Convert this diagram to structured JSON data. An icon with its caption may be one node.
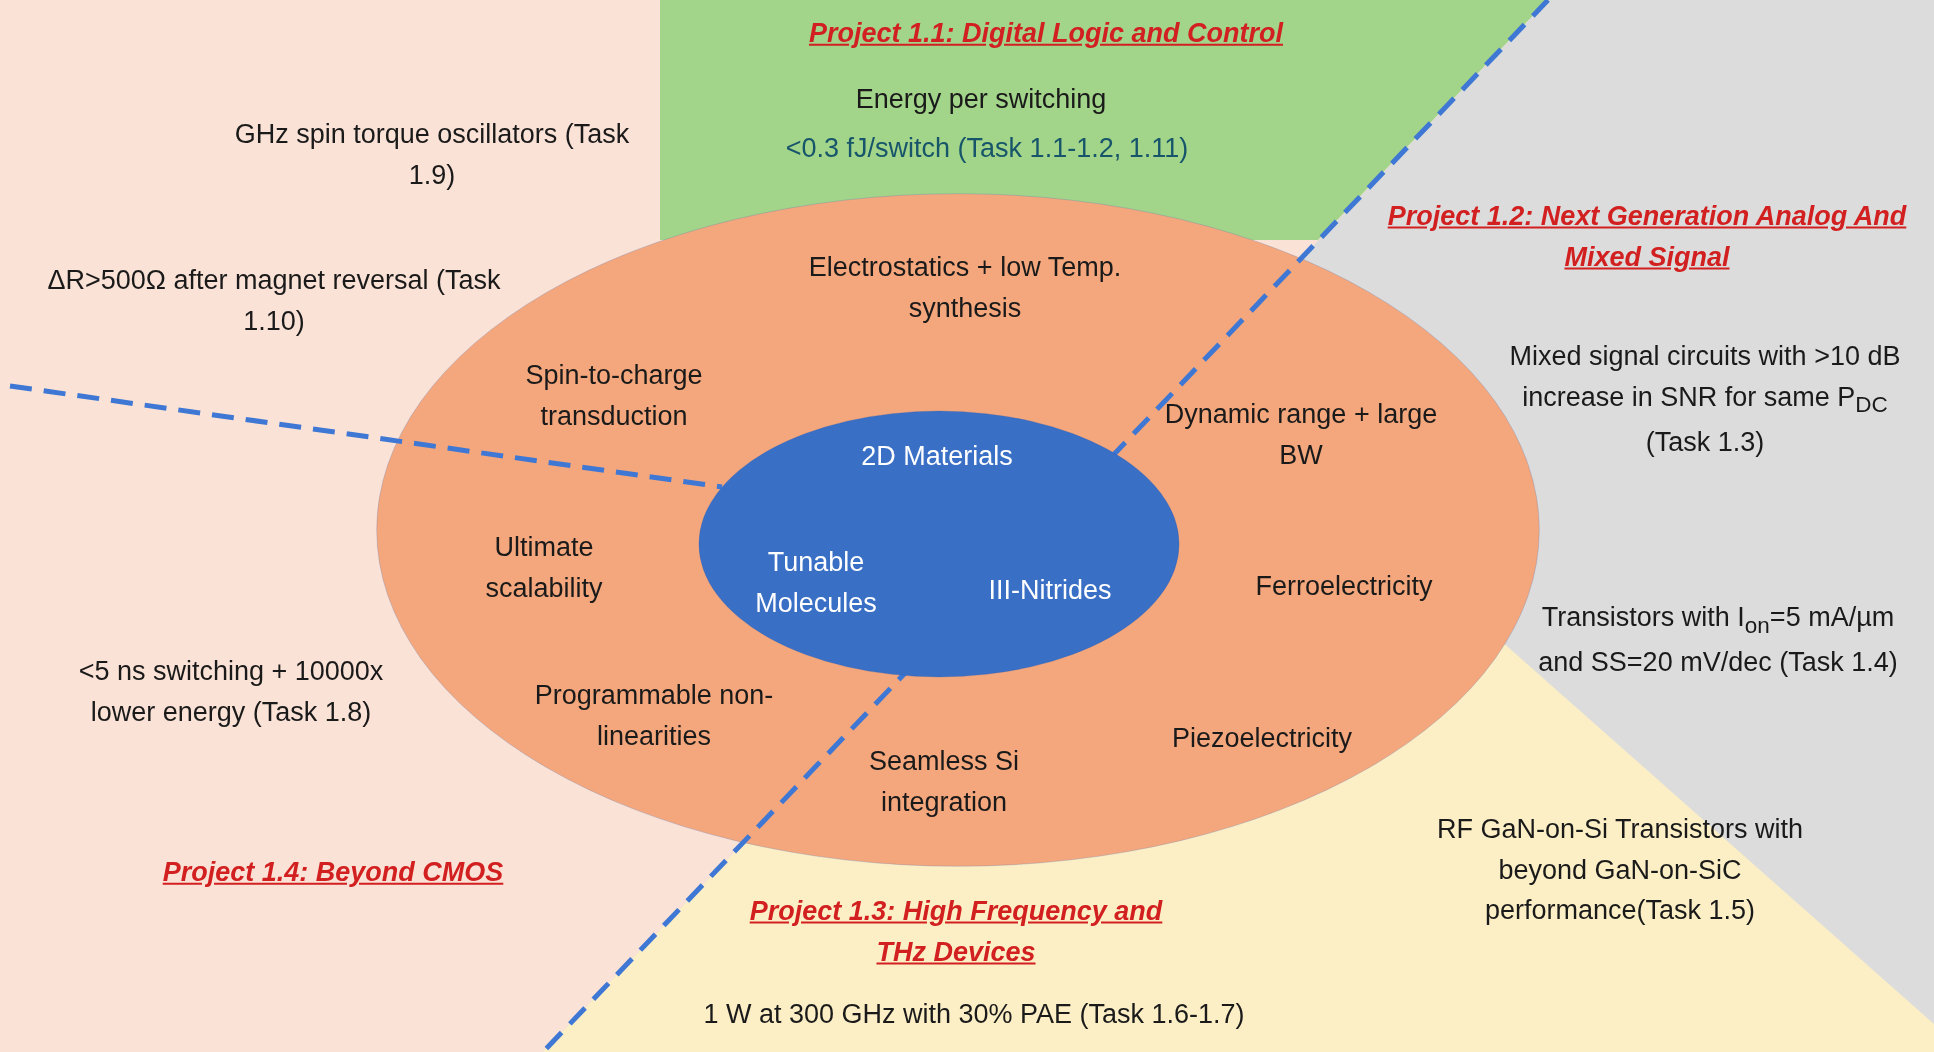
{
  "diagram": {
    "nodes": [
      {
        "text": [
          "Electrostatics + low Temp. synthesis",
          "Spin-to-charge transduction",
          "Dynamic range + large BW",
          "Ultimate scalability",
          "Ferroelectricity",
          "Programmable non-linearities",
          "Piezoelectricity",
          "Seamless Si integration"
        ]
      },
      {
        "text": [
          "2D Materials",
          "Tunable Molecules",
          "III-Nitrides"
        ],
        "in": 0
      }
    ],
    "labels": [
      "Project 1.1: Digital Logic and Control",
      "Energy per switching",
      "<0.3 fJ/switch (Task 1.1-1.2, 1.11)",
      "GHz spin torque oscillators (Task 1.9)",
      "ΔR>500Ω after magnet reversal (Task 1.10)",
      "Project 1.2: Next Generation Analog And Mixed Signal",
      "Mixed signal circuits with >10 dB increase in SNR for same P$_{DC}$ (Task 1.3)",
      "Transistors with I$_{on}$=5 mA/µm and SS=20 mV/dec (Task 1.4)",
      "<5 ns switching + 10000x lower energy (Task 1.8)",
      "RF GaN-on-Si Transistors with beyond GaN-on-SiC performance(Task 1.5)",
      "Project 1.4: Beyond CMOS",
      "Project 1.3: High Frequency and THz Devices",
      "1 W at 300 GHz with 30% PAE (Task 1.6-1.7)"
    ]
  }
}
